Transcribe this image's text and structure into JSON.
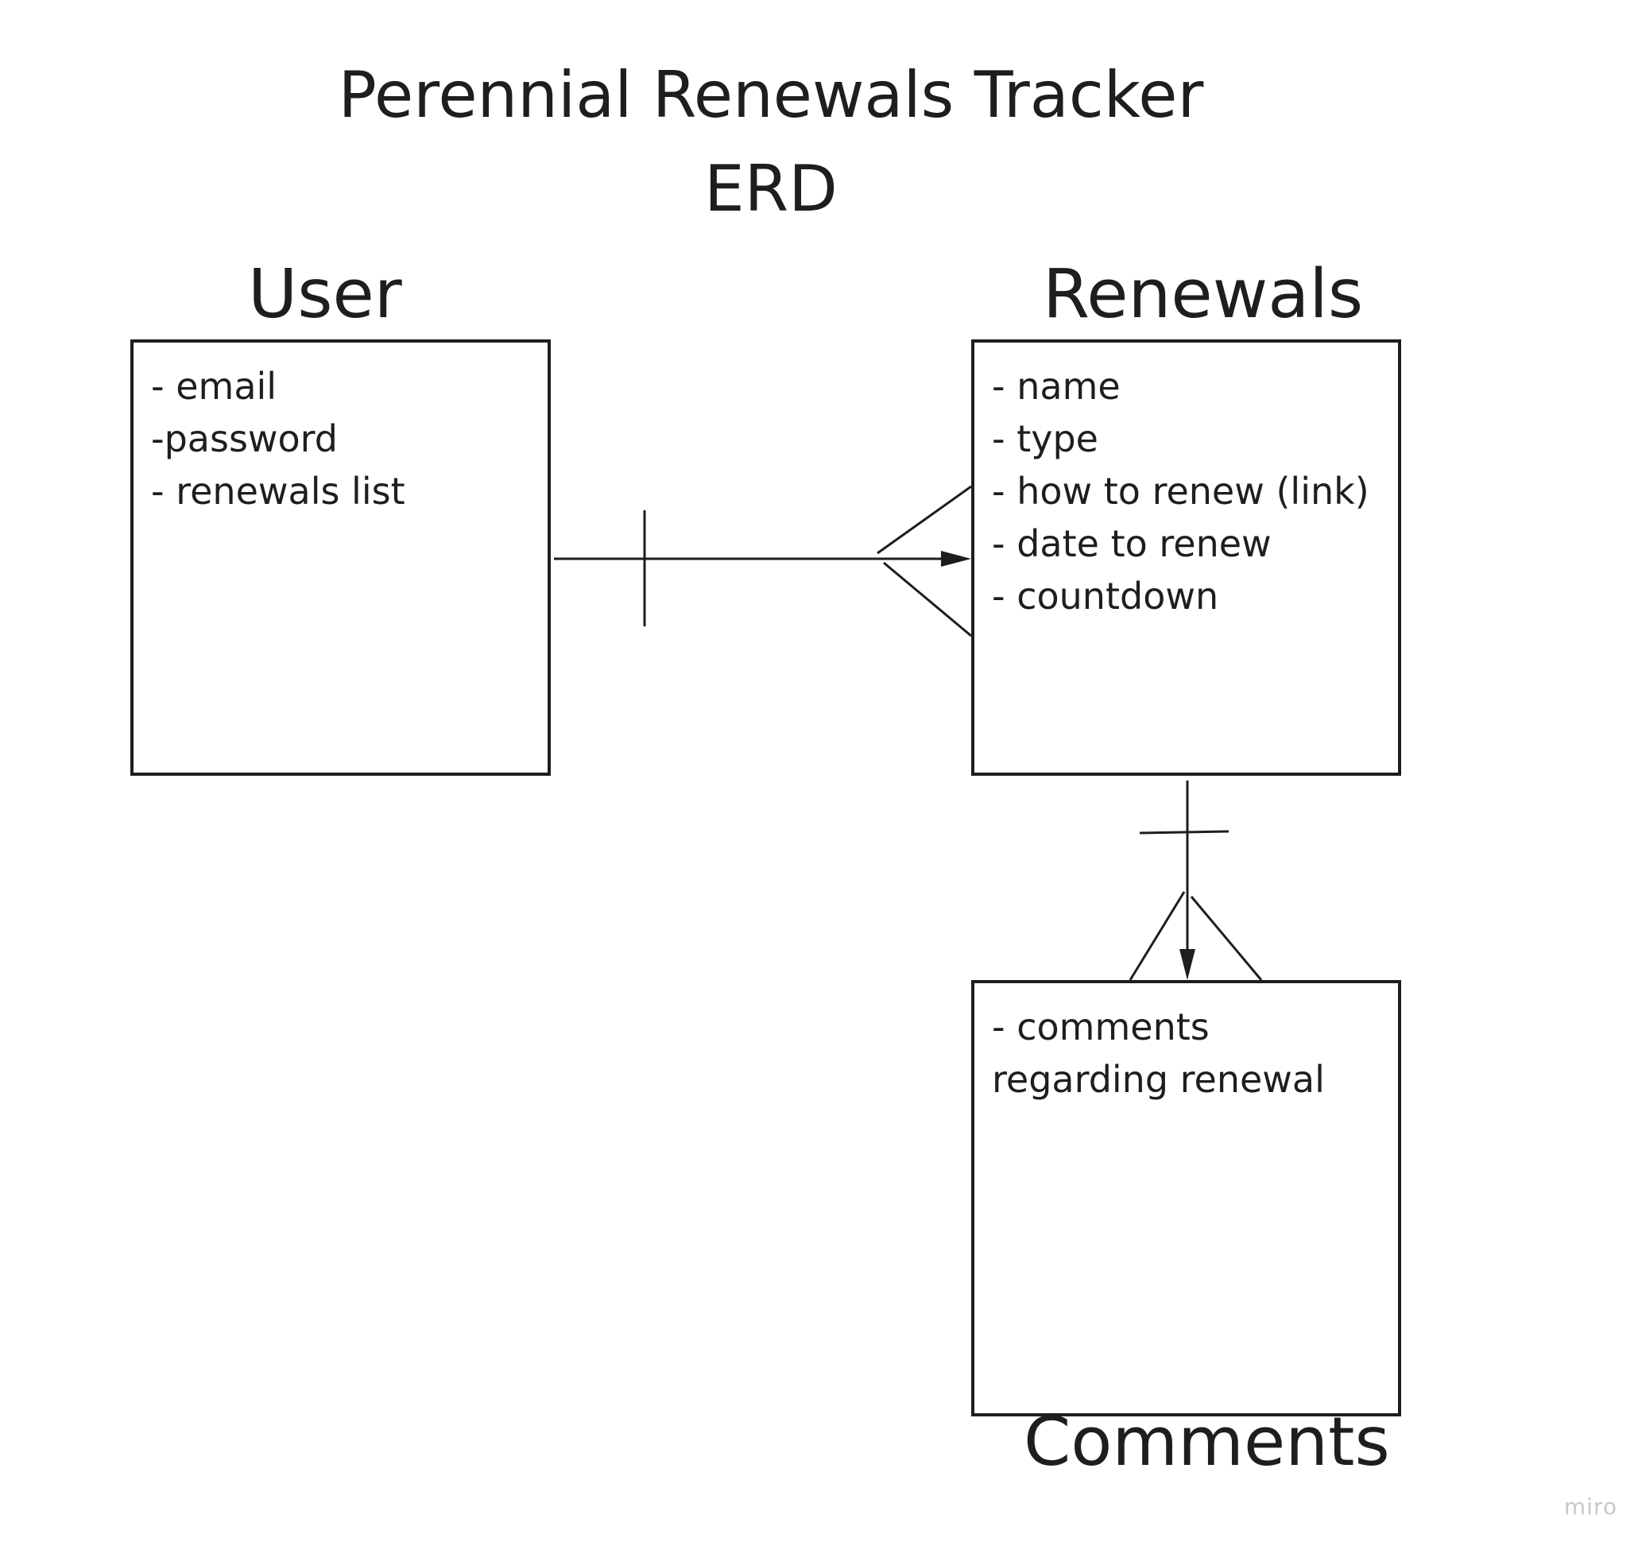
{
  "title": {
    "line1": "Perennial Renewals Tracker",
    "line2": "ERD"
  },
  "entities": {
    "user": {
      "name": "User",
      "attributes": [
        "- email",
        "-password",
        "- renewals list"
      ]
    },
    "renewals": {
      "name": "Renewals",
      "attributes": [
        "- name",
        "- type",
        "- how to renew (link)",
        "- date to renew",
        "- countdown"
      ]
    },
    "comments": {
      "name": "Comments",
      "attributes": [
        "- comments",
        "regarding renewal"
      ]
    }
  },
  "relationships": [
    {
      "from": "User",
      "to": "Renewals",
      "from_cardinality": "one",
      "to_cardinality": "many"
    },
    {
      "from": "Renewals",
      "to": "Comments",
      "from_cardinality": "one",
      "to_cardinality": "many"
    }
  ],
  "watermark": "miro"
}
